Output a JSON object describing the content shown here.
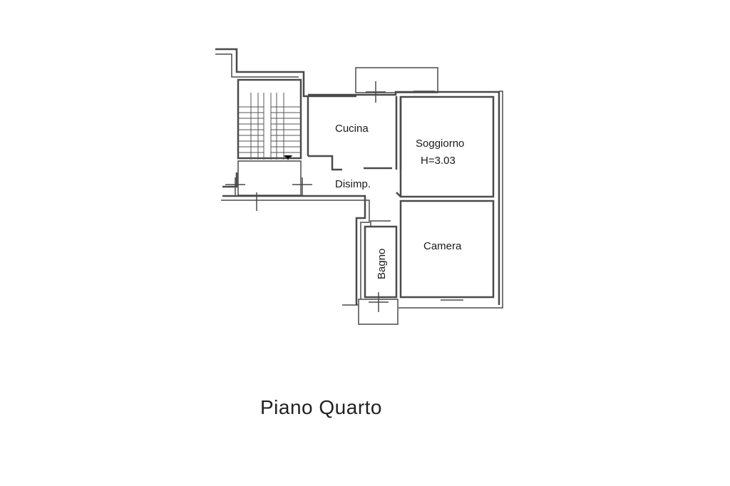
{
  "floor_title": "Piano Quarto",
  "rooms": {
    "cucina": "Cucina",
    "soggiorno_name": "Soggiorno",
    "soggiorno_height": "H=3.03",
    "disimpegno": "Disimp.",
    "camera": "Camera",
    "bagno": "Bagno"
  }
}
